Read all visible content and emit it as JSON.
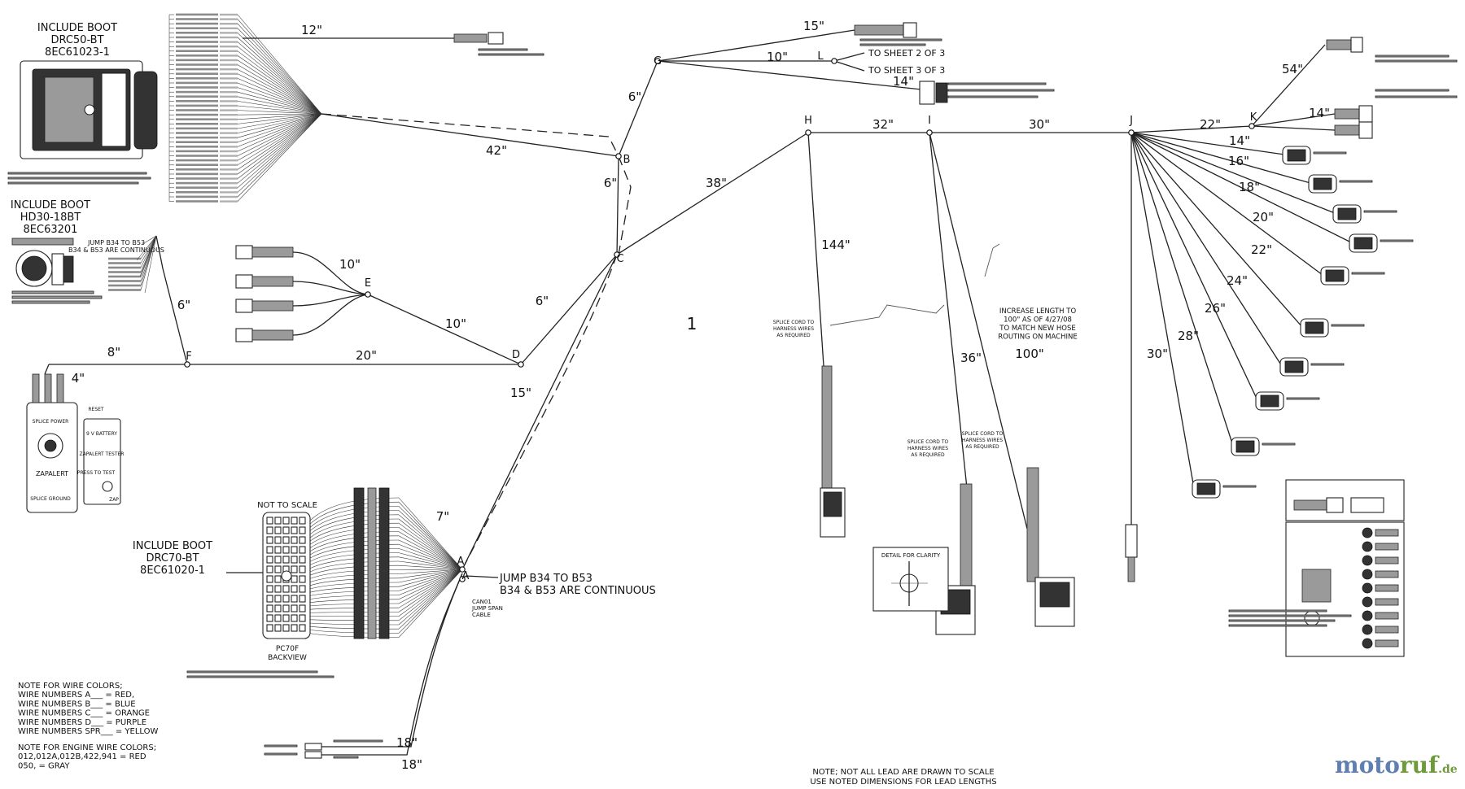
{
  "diagram_number": "1",
  "watermark": {
    "prefix": "moto",
    "suffix": "ruf",
    "tld": ".de"
  },
  "boots": {
    "drc50": [
      "INCLUDE BOOT",
      "DRC50-BT",
      "8EC61023-1"
    ],
    "hd30": [
      "INCLUDE BOOT",
      "HD30-18BT",
      "8EC63201"
    ],
    "drc70": [
      "INCLUDE BOOT",
      "DRC70-BT",
      "8EC61020-1"
    ]
  },
  "jumpers": {
    "b34_b53_small": [
      "JUMP B34 TO B53",
      "B34 & B53 ARE CONTINUOUS"
    ],
    "b34_b53_main": [
      "JUMP B34 TO B53",
      "B34 & B53 ARE CONTINUOUS"
    ]
  },
  "drc70_header": "NOT TO SCALE",
  "drc70_footer": [
    "PC70F",
    "BACKVIEW"
  ],
  "nodes": [
    "A",
    "A",
    "B",
    "C",
    "D",
    "E",
    "F",
    "G",
    "H",
    "I",
    "J",
    "K",
    "L"
  ],
  "lengths": [
    "12\"",
    "42\"",
    "6\"",
    "6\"",
    "38\"",
    "15\"",
    "10\"",
    "14\"",
    "6\"",
    "8\"",
    "20\"",
    "10\"",
    "10\"",
    "6\"",
    "15\"",
    "4\"",
    "7\"",
    "18\"",
    "18\"",
    "32\"",
    "30\"",
    "22\"",
    "54\"",
    "14\"",
    "14\"",
    "16\"",
    "18\"",
    "20\"",
    "22\"",
    "24\"",
    "26\"",
    "28\"",
    "30\"",
    "144\"",
    "36\"",
    "100\""
  ],
  "sheet_refs": [
    "TO SHEET 2 OF 3",
    "TO SHEET 3 OF 3"
  ],
  "wire_color_notes": [
    "NOTE FOR WIRE COLORS;",
    "WIRE NUMBERS A___ = RED,",
    "WIRE NUMBERS B___ = BLUE",
    "WIRE NUMBERS C___ = ORANGE",
    "WIRE NUMBERS D___ = PURPLE",
    "WIRE NUMBERS SPR___ = YELLOW"
  ],
  "engine_color_notes": [
    "NOTE FOR ENGINE WIRE COLORS;",
    "012,012A,012B,422,941 = RED",
    "050, = GRAY"
  ],
  "hose_note": [
    "INCREASE LENGTH TO",
    "100\" AS OF 4/27/08",
    "TO MATCH NEW HOSE",
    "ROUTING ON MACHINE"
  ],
  "scale_note": [
    "NOTE; NOT ALL LEAD ARE DRAWN TO SCALE",
    "USE NOTED DIMENSIONS FOR LEAD LENGTHS"
  ],
  "detail_label": "DETAIL FOR CLARITY",
  "splice_note": [
    "SPLICE CORD TO",
    "HARNESS WIRES",
    "AS REQUIRED"
  ],
  "zapalert": {
    "title": "ZAPALERT",
    "power": "SPLICE POWER",
    "ground": "SPLICE GROUND",
    "battery": "9 V BATTERY",
    "tester": "ZAPALERT TESTER",
    "press": "PRESS TO TEST",
    "reset": "RESET",
    "zap": "ZAP"
  },
  "can_label": [
    "CAN01",
    "JUMP SPAN",
    "CABLE"
  ],
  "colors": {
    "ink": "#111111",
    "watermark_blue": "#5f7fb0",
    "watermark_green": "#6e9a3c"
  }
}
